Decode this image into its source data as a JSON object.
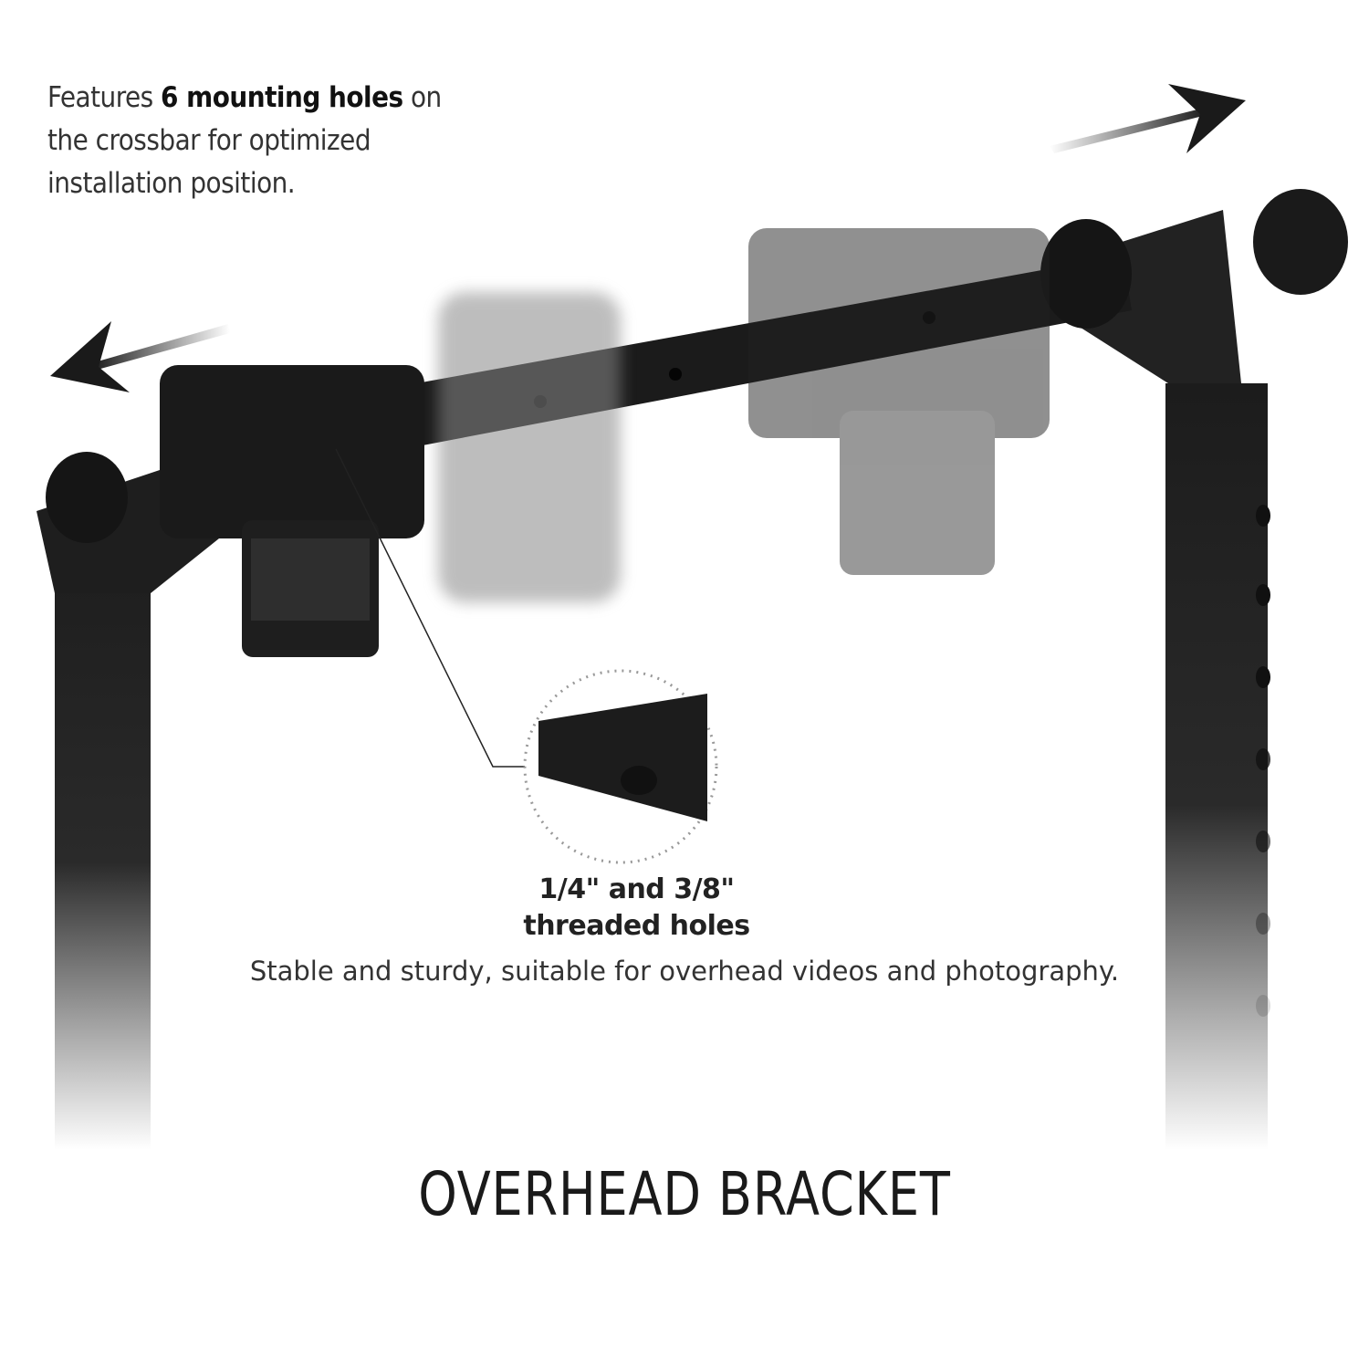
{
  "feature_text": {
    "prefix": "Features ",
    "bold": "6 mounting holes",
    "suffix": " on the crossbar for optimized installation position."
  },
  "callout": {
    "line1": "1/4\" and 3/8\"",
    "line2": "threaded holes"
  },
  "title": "OVERHEAD BRACKET",
  "subtitle": "Stable and sturdy, suitable for overhead videos and photography.",
  "colors": {
    "metal": "#1c1c1c",
    "text": "#222222",
    "background": "#ffffff"
  }
}
